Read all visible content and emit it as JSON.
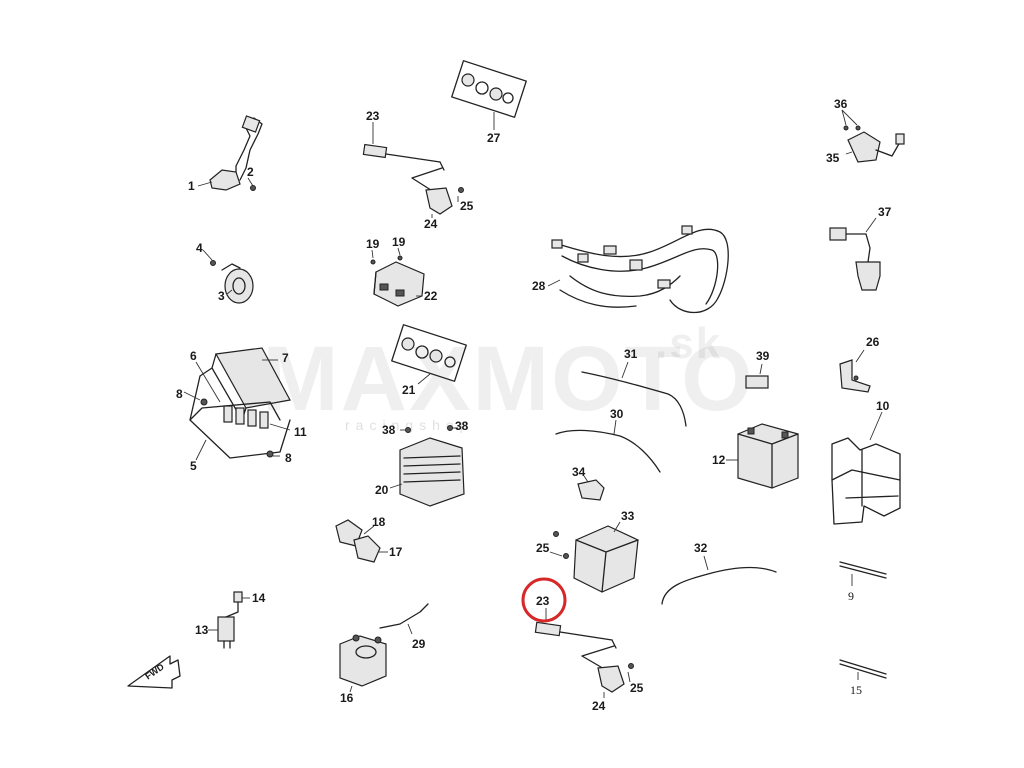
{
  "watermark": {
    "brand": "MAXMOTO",
    "suffix": ".sk",
    "tagline": "racingshop"
  },
  "fwd_label": "FWD",
  "highlight_color": "#d62828",
  "highlighted_callout": "23",
  "callouts": {
    "c1": "1",
    "c2": "2",
    "c3": "3",
    "c4": "4",
    "c5": "5",
    "c6": "6",
    "c7": "7",
    "c8a": "8",
    "c8b": "8",
    "c9": "9",
    "c10": "10",
    "c11": "11",
    "c12": "12",
    "c13": "13",
    "c14": "14",
    "c15": "15",
    "c16": "16",
    "c17": "17",
    "c18": "18",
    "c19a": "19",
    "c19b": "19",
    "c20": "20",
    "c21": "21",
    "c22": "22",
    "c23a": "23",
    "c23b": "23",
    "c24a": "24",
    "c24b": "24",
    "c25a": "25",
    "c25b": "25",
    "c25c": "25",
    "c26": "26",
    "c27": "27",
    "c28": "28",
    "c29": "29",
    "c30": "30",
    "c31": "31",
    "c32": "32",
    "c33": "33",
    "c34": "34",
    "c35": "35",
    "c36": "36",
    "c37": "37",
    "c38a": "38",
    "c38b": "38",
    "c39": "39"
  }
}
